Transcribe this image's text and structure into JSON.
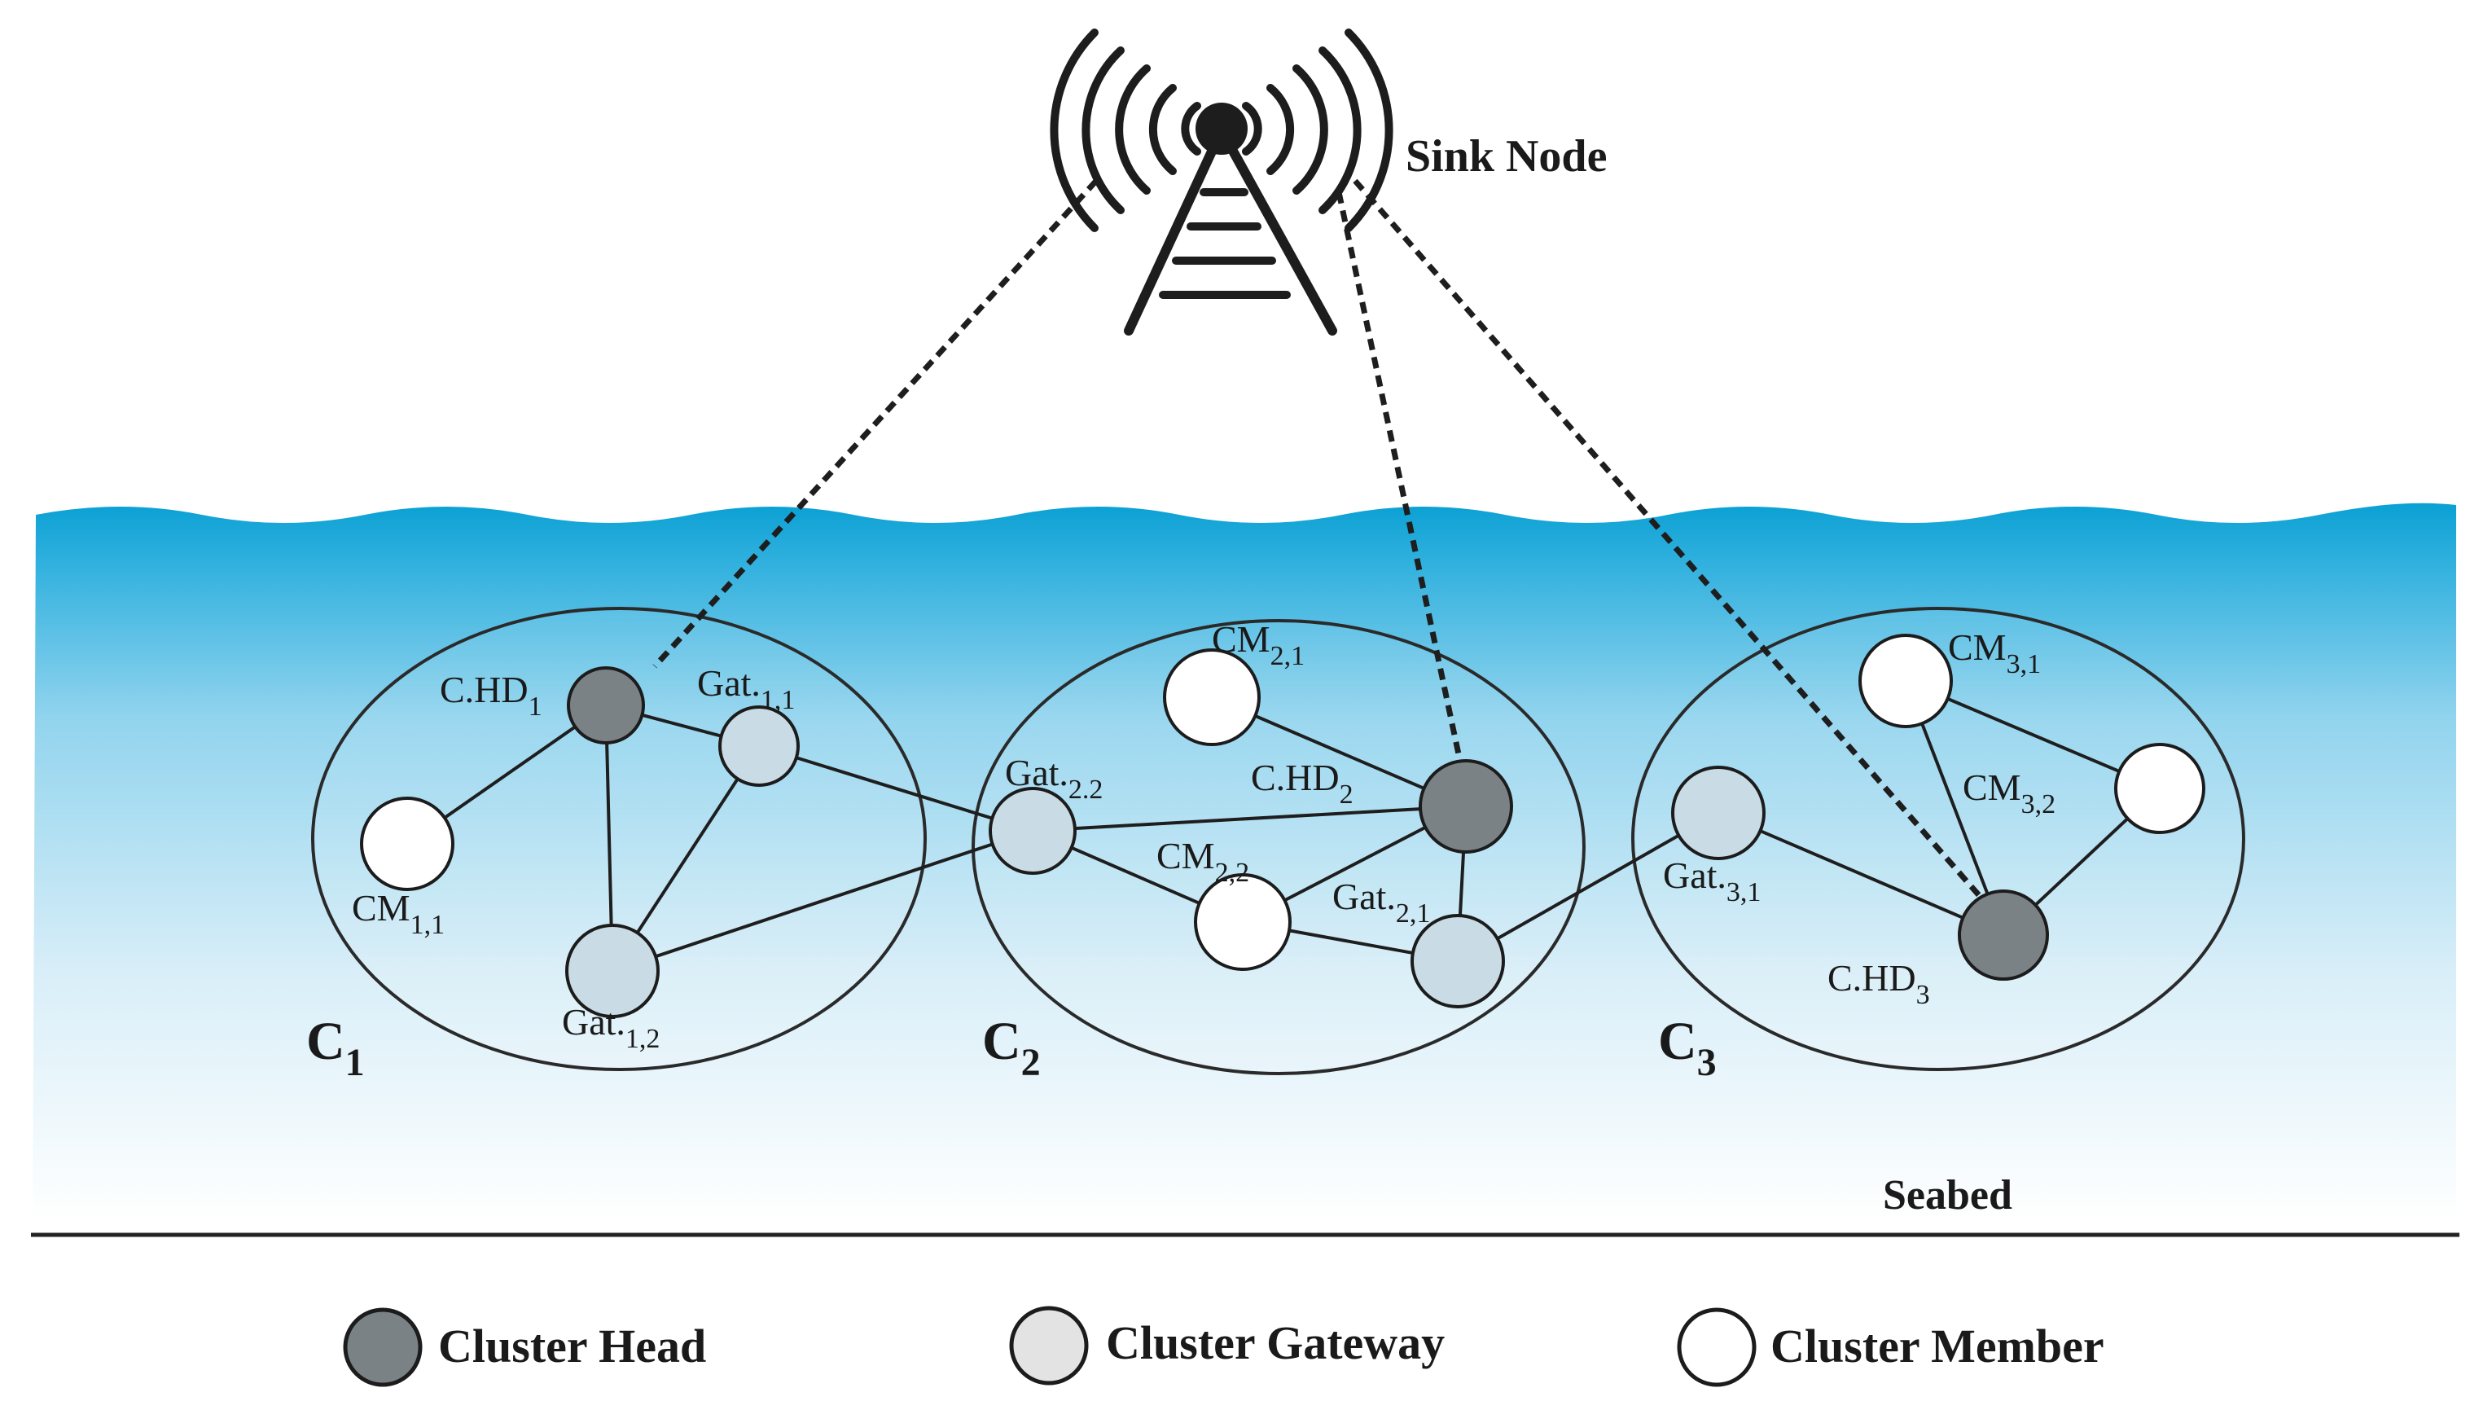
{
  "labels": {
    "sink": "Sink Node",
    "seabed": "Seabed"
  },
  "clusters": [
    {
      "base": "C",
      "sub": "1"
    },
    {
      "base": "C",
      "sub": "2"
    },
    {
      "base": "C",
      "sub": "3"
    }
  ],
  "nodes": {
    "ch1": {
      "base": "C.HD",
      "sub": "1"
    },
    "g11": {
      "base": "Gat.",
      "sub": "1,1"
    },
    "cm11": {
      "base": "CM",
      "sub": "1,1"
    },
    "g12": {
      "base": "Gat.",
      "sub": "1,2"
    },
    "cm21": {
      "base": "CM",
      "sub": "2,1"
    },
    "ch2": {
      "base": "C.HD",
      "sub": "2"
    },
    "g22": {
      "base": "Gat.",
      "sub": "2.2"
    },
    "cm22": {
      "base": "CM",
      "sub": "2,2"
    },
    "g21": {
      "base": "Gat.",
      "sub": "2,1"
    },
    "cm31": {
      "base": "CM",
      "sub": "3,1"
    },
    "cm32": {
      "base": "CM",
      "sub": "3,2"
    },
    "g31": {
      "base": "Gat.",
      "sub": "3,1"
    },
    "ch3": {
      "base": "C.HD",
      "sub": "3"
    }
  },
  "legend": {
    "head": "Cluster Head",
    "gateway": "Cluster Gateway",
    "member": "Cluster Member"
  },
  "colors": {
    "cluster_head": "#7b8286",
    "cluster_gateway": "#c9dbe4",
    "cluster_member": "#ffffff",
    "water_top": "#0f9fd0",
    "water_bottom": "#ffffff"
  }
}
